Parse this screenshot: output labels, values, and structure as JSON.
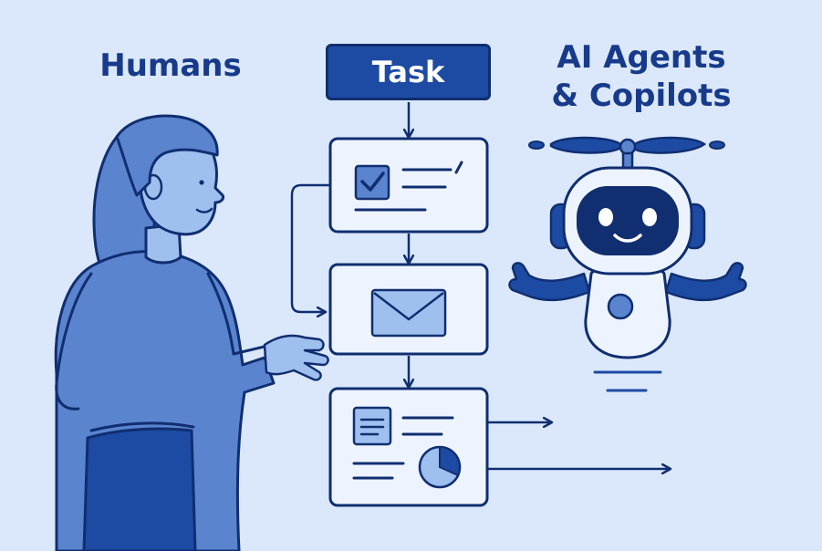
{
  "labels": {
    "humans": "Humans",
    "task": "Task",
    "agents_line1": "AI Agents",
    "agents_line2": "& Copilots"
  },
  "workflow": {
    "steps": [
      {
        "icon": "checkbox-form-icon"
      },
      {
        "icon": "envelope-icon"
      },
      {
        "icon": "report-chart-icon"
      }
    ]
  },
  "colors": {
    "background": "#dbe8fb",
    "navy": "#102e70",
    "primary_blue": "#1d4ba3",
    "card_fill": "#eef4ff",
    "light_blue": "#9fc0ef",
    "mid_blue": "#5b84cf"
  }
}
